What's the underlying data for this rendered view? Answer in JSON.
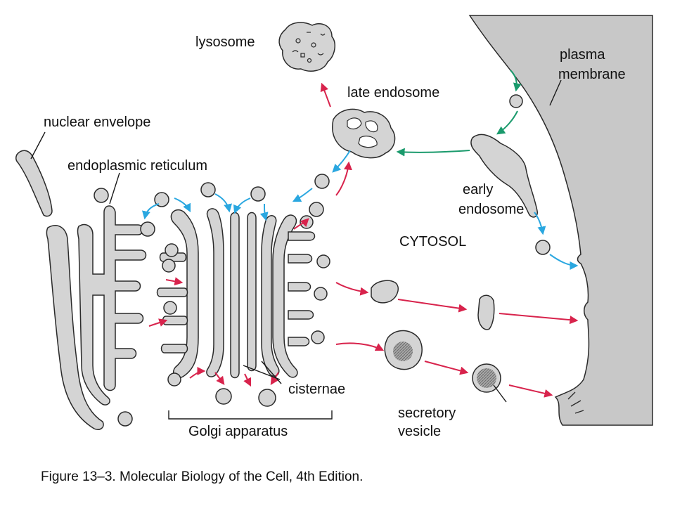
{
  "figure": {
    "labels": {
      "lysosome": "lysosome",
      "late_endosome": "late endosome",
      "plasma_membrane_line1": "plasma",
      "plasma_membrane_line2": "membrane",
      "nuclear_envelope": "nuclear envelope",
      "endoplasmic_reticulum": "endoplasmic reticulum",
      "early_endosome_line1": "early",
      "early_endosome_line2": "endosome",
      "cytosol": "CYTOSOL",
      "cisternae": "cisternae",
      "golgi_apparatus": "Golgi apparatus",
      "secretory_vesicle_line1": "secretory",
      "secretory_vesicle_line2": "vesicle"
    },
    "caption": "Figure 13–3. Molecular Biology of the Cell, 4th Edition."
  },
  "colors": {
    "organelle_fill": "#d4d4d4",
    "organelle_stroke": "#2a2a2a",
    "exterior_fill": "#c8c8c8",
    "secretory_arrow": "#d8234c",
    "retrieval_arrow": "#2aa7e0",
    "endocytic_arrow": "#1a9a6c"
  }
}
